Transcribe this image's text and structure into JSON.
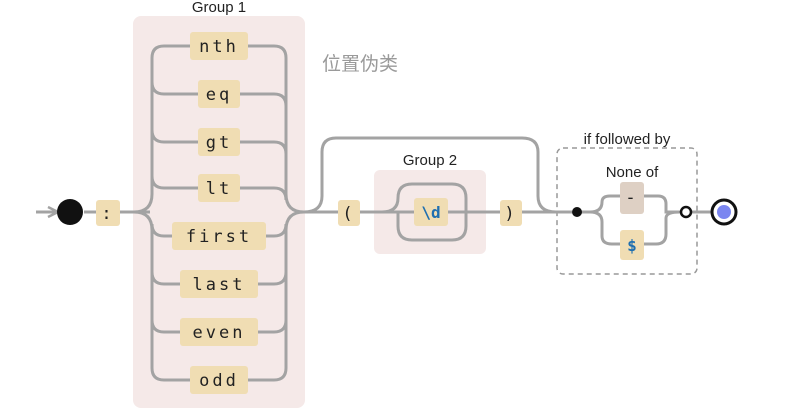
{
  "group1": {
    "label": "Group 1",
    "options": [
      "nth",
      "eq",
      "gt",
      "lt",
      "first",
      "last",
      "even",
      "odd"
    ]
  },
  "annotation": "位置伪类",
  "colon": ":",
  "open_paren": "(",
  "group2": {
    "label": "Group 2",
    "token": "\\d"
  },
  "close_paren": ")",
  "lookahead": {
    "label": "if followed by",
    "inner_label": "None of",
    "options": [
      "-",
      "$"
    ]
  },
  "colors": {
    "group_bg": "#f5e9e8",
    "literal_bg": "#f0ddb3",
    "charclass_bg": "#ded0c4",
    "wire": "#a3a3a3",
    "end_fill": "#7b86f0"
  }
}
